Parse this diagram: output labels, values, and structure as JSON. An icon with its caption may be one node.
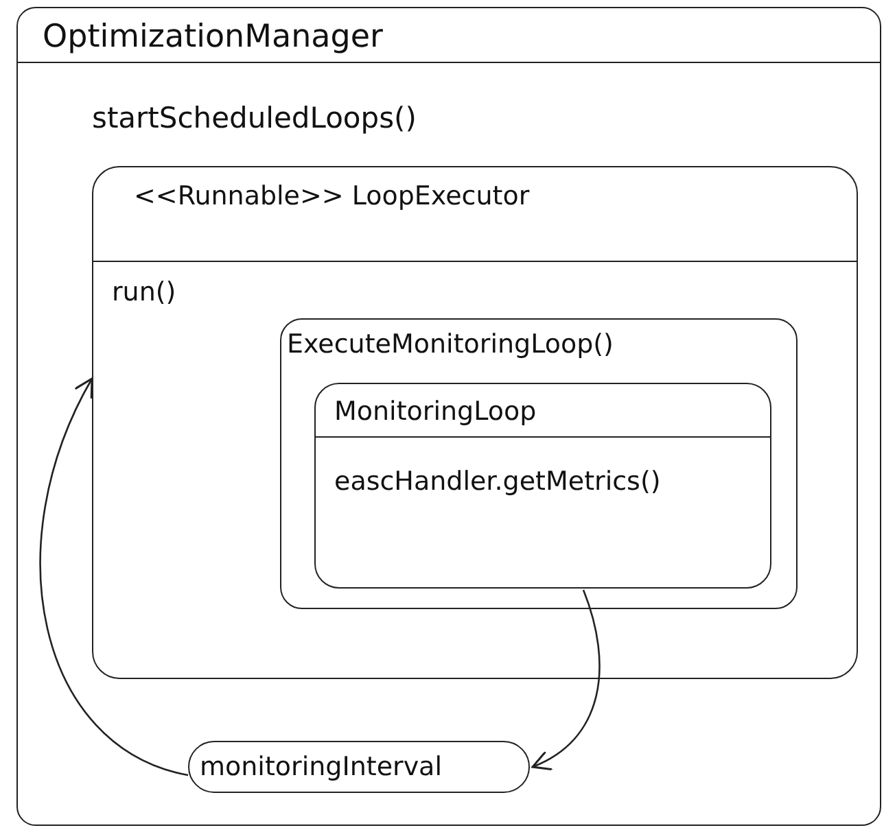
{
  "diagram": {
    "nodes": [
      {
        "text": [
          "OptimizationManager",
          "startScheduledLoops()"
        ]
      },
      {
        "text": [
          "<<Runnable>> LoopExecutor",
          "run()"
        ],
        "in": 0
      },
      {
        "text": [
          "ExecuteMonitoringLoop()"
        ],
        "in": 1
      },
      {
        "text": [
          "MonitoringLoop",
          "eascHandler.getMetrics()"
        ],
        "in": 2
      },
      {
        "text": [
          "monitoringInterval"
        ],
        "in": 0
      }
    ],
    "edges": [
      {
        "from": 3,
        "to": 4,
        "arrow": "to"
      },
      {
        "from": 4,
        "to": 1,
        "arrow": "to"
      }
    ]
  }
}
